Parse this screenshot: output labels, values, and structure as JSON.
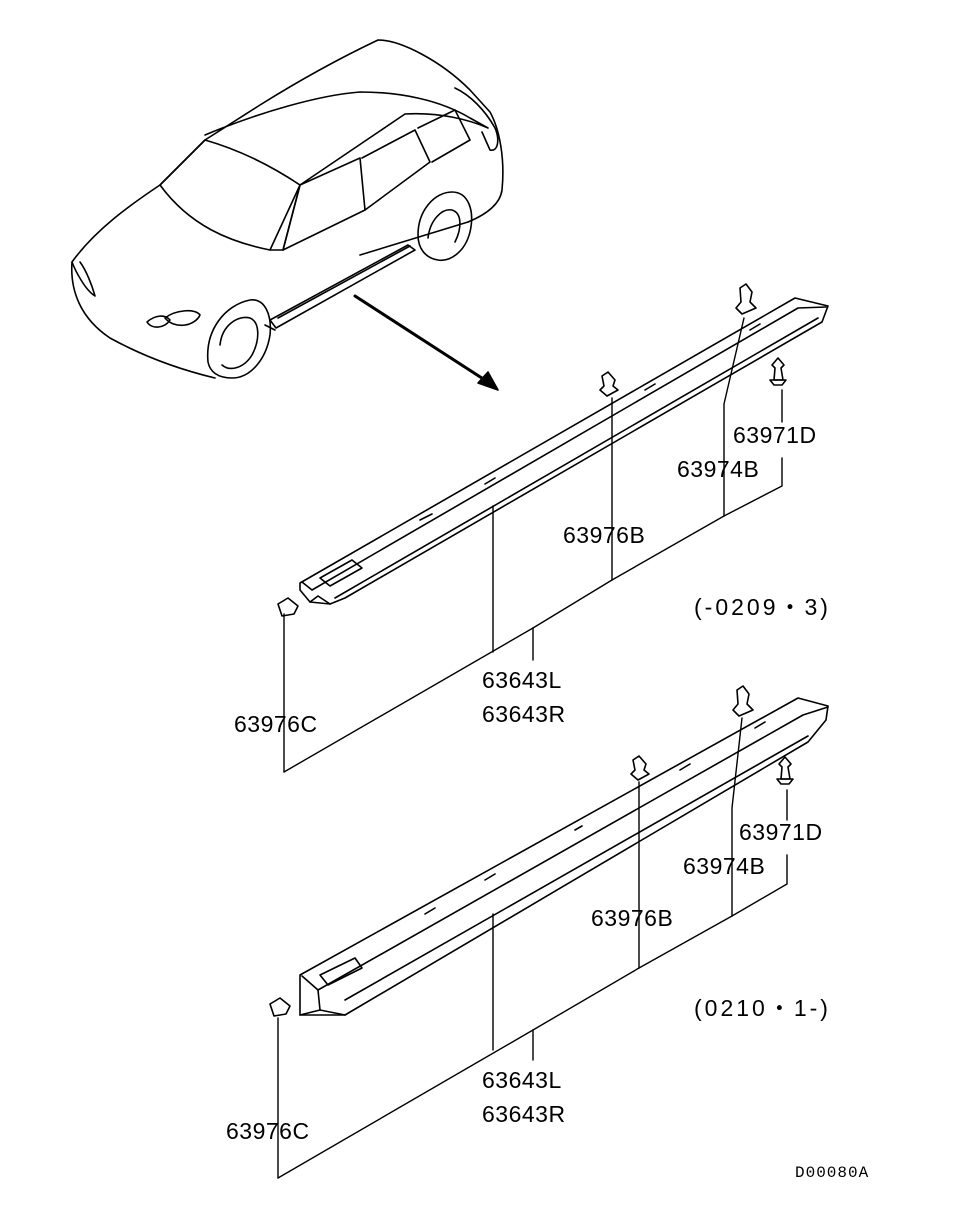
{
  "diagram": {
    "variants": [
      {
        "range": "(-0209・3)",
        "parts": {
          "clip_end": "63971D",
          "clip_upper": "63974B",
          "clip_mid": "63976B",
          "sill_left": "63643L",
          "sill_right": "63643R",
          "clip_front": "63976C"
        }
      },
      {
        "range": "(0210・1-)",
        "parts": {
          "clip_end": "63971D",
          "clip_upper": "63974B",
          "clip_mid": "63976B",
          "sill_left": "63643L",
          "sill_right": "63643R",
          "clip_front": "63976C"
        }
      }
    ],
    "drawing_code": "D00080A"
  }
}
